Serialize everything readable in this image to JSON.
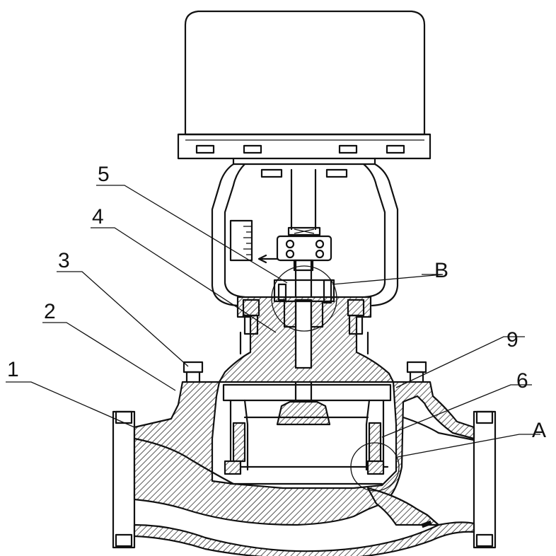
{
  "figure": {
    "labels": {
      "p1": "1",
      "p2": "2",
      "p3": "3",
      "p4": "4",
      "p5": "5",
      "p6": "6",
      "p9": "9",
      "a": "A",
      "b": "B"
    }
  }
}
